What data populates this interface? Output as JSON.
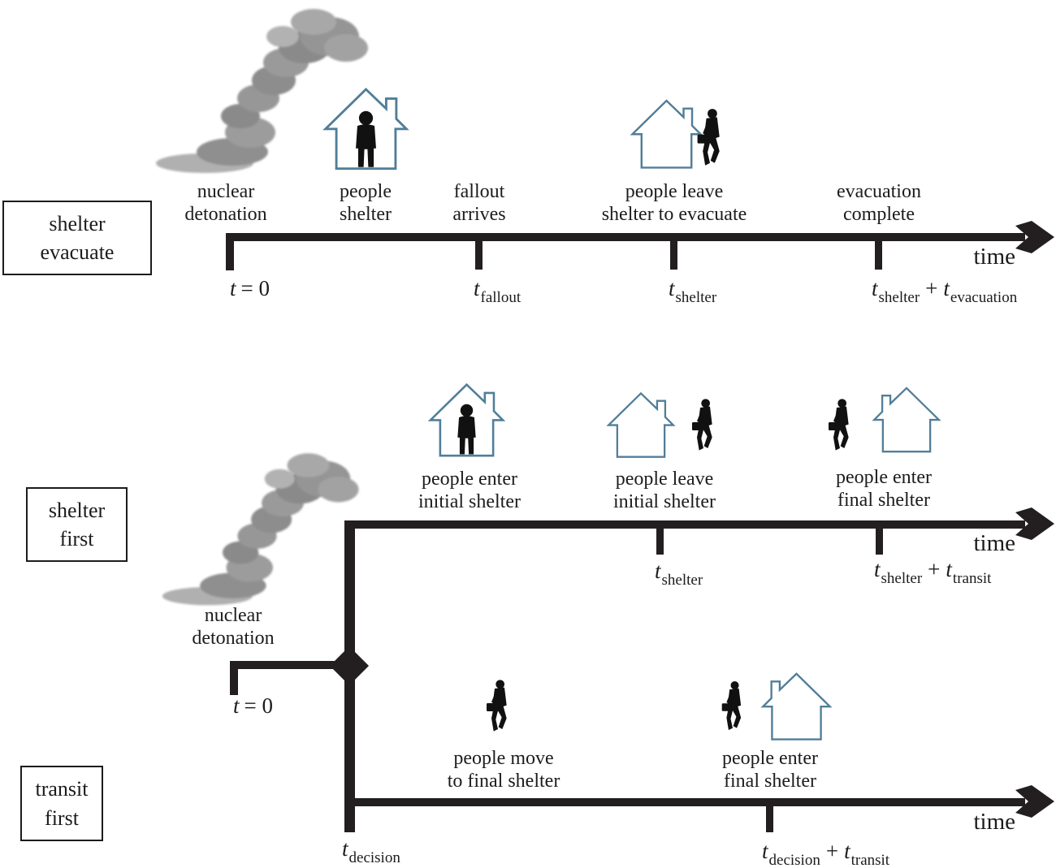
{
  "palette": {
    "text": "#1c1c1c",
    "line": "#231f20",
    "house_outline": "#517e98",
    "silhouette": "#111111",
    "cloud_gray": "#9a9a9a"
  },
  "icons": {
    "mushroom_cloud": "mushroom-cloud",
    "occupied_house": "house-with-person",
    "empty_house": "house-outline",
    "evacuee": "person-with-bag"
  },
  "boxes": {
    "shelter_evacuate": {
      "line1": "shelter",
      "line2": "evacuate"
    },
    "shelter_first": {
      "line1": "shelter",
      "line2": "first"
    },
    "transit_first": {
      "line1": "transit",
      "line2": "first"
    }
  },
  "top": {
    "events": {
      "detonation": {
        "line1": "nuclear",
        "line2": "detonation"
      },
      "shelter": {
        "line1": "people",
        "line2": "shelter"
      },
      "fallout": {
        "line1": "fallout",
        "line2": "arrives"
      },
      "leave": {
        "line1": "people leave",
        "line2": "shelter to evacuate"
      },
      "complete": {
        "line1": "evacuation",
        "line2": "complete"
      }
    },
    "ticks": {
      "t0": {
        "t": "t",
        "rest": "= 0"
      },
      "fallout": {
        "t": "t",
        "sub": "fallout"
      },
      "shelter": {
        "t": "t",
        "sub": "shelter"
      },
      "complete": {
        "t1": "t",
        "sub1": "shelter",
        "plus": "+",
        "t2": "t",
        "sub2": "evacuation"
      }
    },
    "axis_label": "time"
  },
  "middle": {
    "events": {
      "detonation": {
        "line1": "nuclear",
        "line2": "detonation"
      },
      "enter_initial": {
        "line1": "people enter",
        "line2": "initial shelter"
      },
      "leave_initial": {
        "line1": "people leave",
        "line2": "initial shelter"
      },
      "enter_final": {
        "line1": "people enter",
        "line2": "final shelter"
      }
    },
    "ticks": {
      "t0": {
        "t": "t",
        "rest": "= 0"
      },
      "shelter": {
        "t": "t",
        "sub": "shelter"
      },
      "arrive": {
        "t1": "t",
        "sub1": "shelter",
        "plus": "+",
        "t2": "t",
        "sub2": "transit"
      }
    },
    "axis_label": "time"
  },
  "bottom": {
    "events": {
      "move": {
        "line1": "people move",
        "line2": "to final shelter"
      },
      "enter_final": {
        "line1": "people enter",
        "line2": "final shelter"
      }
    },
    "ticks": {
      "decision": {
        "t": "t",
        "sub": "decision"
      },
      "arrive": {
        "t1": "t",
        "sub1": "decision",
        "plus": "+",
        "t2": "t",
        "sub2": "transit"
      }
    },
    "axis_label": "time"
  }
}
